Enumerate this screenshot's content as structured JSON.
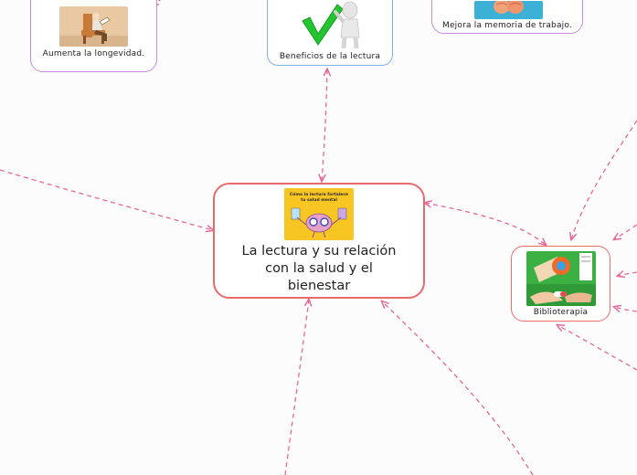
{
  "nodes": {
    "central": {
      "label_lines": [
        "La lectura y su relación",
        "con la salud y el",
        "bienestar"
      ]
    },
    "benefits": {
      "label": "Beneficios de la lectura"
    },
    "longevity": {
      "label": "Aumenta la longevidad."
    },
    "memory": {
      "label": "Mejora la memoria de trabajo."
    },
    "biblio": {
      "label": "Biblioterapia"
    }
  },
  "images": {
    "central_poster_lines": [
      "Cómo la lectura fortalece",
      "tu salud mental"
    ]
  },
  "colors": {
    "connector": "#e8679a",
    "central_border": "#e96a6a",
    "purple_border": "#c58be0",
    "blue_border": "#7fb2ea",
    "red_border": "#ee6e6e",
    "check_green": "#22c430",
    "poster_yellow": "#f7c623"
  }
}
